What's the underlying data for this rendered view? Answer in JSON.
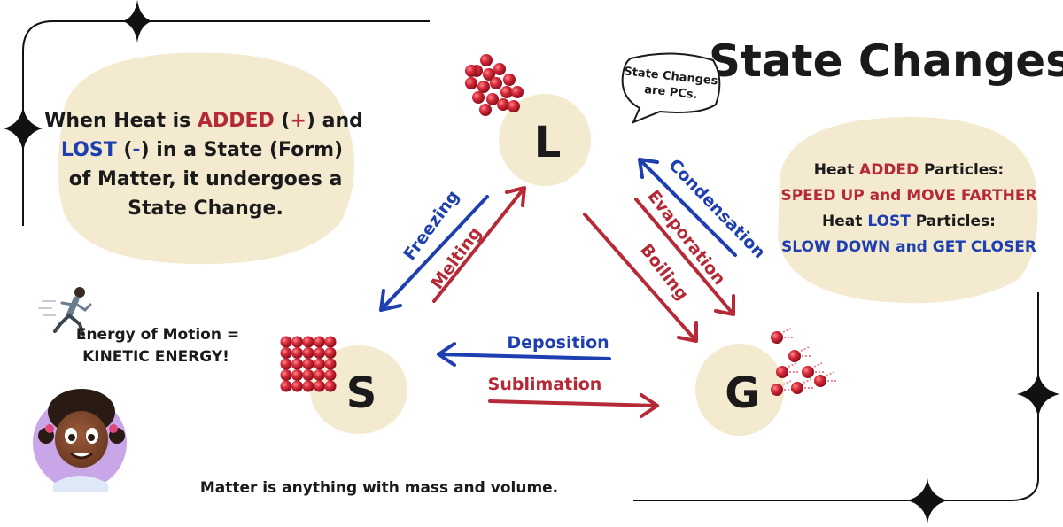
{
  "title": "State Changes",
  "intro": {
    "line1": [
      "When Heat is ",
      "ADDED",
      " (",
      "+",
      ") and"
    ],
    "line2": [
      "LOST",
      " (",
      "-",
      ") in a State (Form)"
    ],
    "line3": "of Matter, it undergoes a",
    "line4": "State Change."
  },
  "speech_bubble": {
    "line1": "State Changes",
    "line2": "are PCs."
  },
  "heat_info": {
    "line1": [
      "Heat ",
      "ADDED",
      " Particles:"
    ],
    "line2": "SPEED UP and MOVE FARTHER",
    "line3": [
      "Heat ",
      "LOST",
      " Particles:"
    ],
    "line4": "SLOW DOWN and GET CLOSER"
  },
  "states": {
    "liquid": "L",
    "solid": "S",
    "gas": "G"
  },
  "transitions": {
    "freezing": "Freezing",
    "melting": "Melting",
    "condensation": "Condensation",
    "evaporation": "Evaporation",
    "boiling": "Boiling",
    "deposition": "Deposition",
    "sublimation": "Sublimation"
  },
  "kinetic": {
    "line1": "Energy of Motion =",
    "line2": "KINETIC ENERGY!"
  },
  "footer": "Matter is anything with mass and volume.",
  "colors": {
    "red": "#b52a36",
    "blue": "#1e3fb0",
    "cream": "#f3ead0",
    "ink": "#1a1a1a",
    "particle": "#d42b3a"
  }
}
